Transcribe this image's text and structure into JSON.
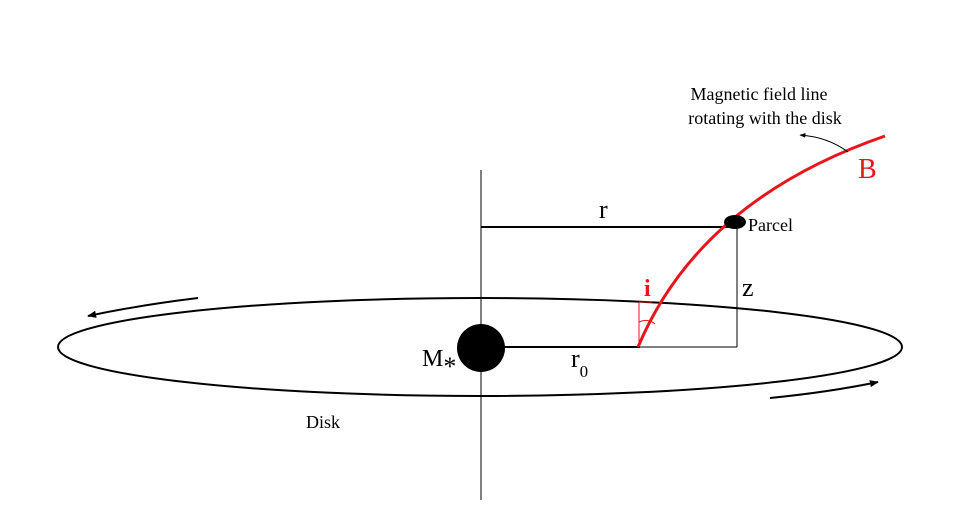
{
  "labels": {
    "field_note_line1": "Magnetic field line",
    "field_note_line2": "rotating with the disk",
    "b_label": "B",
    "r_label": "r",
    "parcel_label": "Parcel",
    "i_label": "i",
    "z_label": "z",
    "mass_label": "M",
    "mass_subscript": "*",
    "r0_label": "r",
    "r0_subscript": "0",
    "disk_label": "Disk"
  },
  "colors": {
    "line": "#000000",
    "field": "#e8161b",
    "background": "#ffffff"
  }
}
